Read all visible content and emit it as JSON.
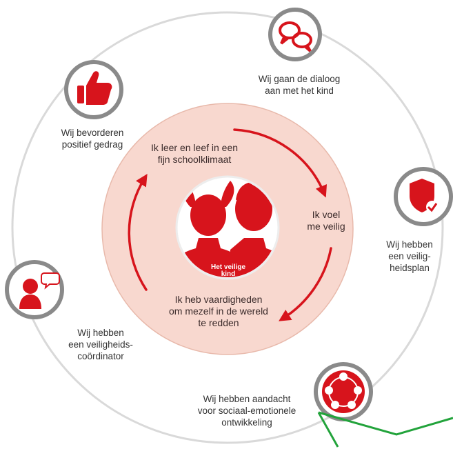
{
  "colors": {
    "accent": "#d7141c",
    "outer_ring_fill": "#ffffff",
    "outer_ring_stroke": "#d9d9d9",
    "inner_disc_fill": "#f8d8cf",
    "icon_ring": "#8a8a8a",
    "pointer_line": "#22a33b"
  },
  "center": {
    "caption_line1": "Het veilige",
    "caption_line2": "kind",
    "icon": "two-children-silhouette-icon"
  },
  "cycle": {
    "step1": [
      "Ik leer en leef in een",
      "fijn schoolklimaat"
    ],
    "step2": [
      "Ik voel",
      "me veilig"
    ],
    "step3": [
      "Ik heb vaardigheden",
      "om mezelf in de wereld",
      "te redden"
    ]
  },
  "pillars": {
    "dialogue": {
      "icon": "speech-bubbles-icon",
      "lines": [
        "Wij gaan de dialoog",
        "aan met het kind"
      ]
    },
    "positive": {
      "icon": "thumbs-up-icon",
      "lines": [
        "Wij bevorderen",
        "positief gedrag"
      ]
    },
    "safety_plan": {
      "icon": "shield-check-icon",
      "lines": [
        "Wij hebben",
        "een veilig-",
        "heidsplan"
      ]
    },
    "coordinator": {
      "icon": "person-speech-icon",
      "lines": [
        "Wij hebben",
        "een veiligheids-",
        "coördinator"
      ]
    },
    "social": {
      "icon": "group-people-icon",
      "lines": [
        "Wij hebben aandacht",
        "voor sociaal-emotionele",
        "ontwikkeling"
      ]
    }
  }
}
